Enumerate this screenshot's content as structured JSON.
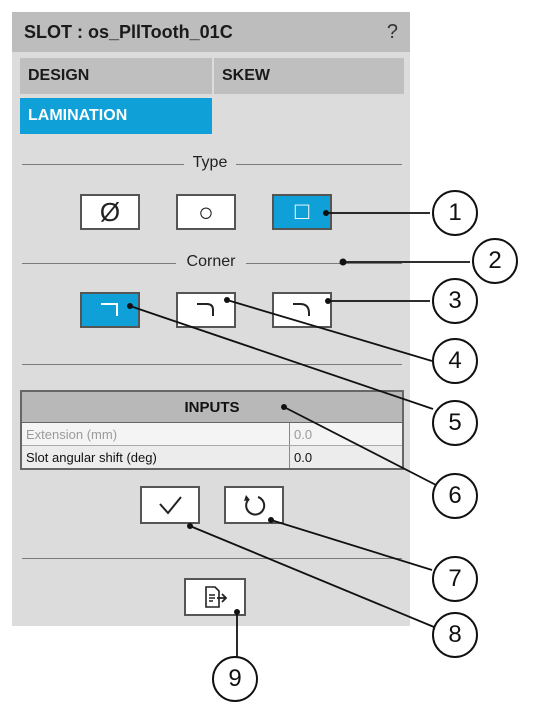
{
  "window": {
    "title": "SLOT : os_PllTooth_01C",
    "help": "?"
  },
  "tabs": [
    {
      "label": "DESIGN",
      "active": false
    },
    {
      "label": "SKEW",
      "active": false
    },
    {
      "label": "LAMINATION",
      "active": true
    }
  ],
  "type_section": {
    "label": "Type",
    "buttons": [
      {
        "icon": "empty-set-icon",
        "glyph": "Ø",
        "selected": false
      },
      {
        "icon": "circle-icon",
        "glyph": "○",
        "selected": false
      },
      {
        "icon": "square-icon",
        "glyph": "□",
        "selected": true
      }
    ]
  },
  "corner_section": {
    "label": "Corner",
    "buttons": [
      {
        "icon": "corner-sharp-icon",
        "selected": true
      },
      {
        "icon": "corner-round-icon",
        "selected": false
      },
      {
        "icon": "corner-large-round-icon",
        "selected": false
      }
    ]
  },
  "inputs": {
    "header": "INPUTS",
    "rows": [
      {
        "label": "Extension (mm)",
        "value": "0.0",
        "enabled": false
      },
      {
        "label": "Slot angular shift (deg)",
        "value": "0.0",
        "enabled": true
      }
    ]
  },
  "actions": {
    "apply_icon": "check-icon",
    "reset_icon": "reset-icon",
    "export_icon": "export-icon"
  },
  "callouts": [
    "1",
    "2",
    "3",
    "4",
    "5",
    "6",
    "7",
    "8",
    "9"
  ],
  "colors": {
    "accent": "#0fa0d8",
    "panel": "#dcdcdc",
    "titlebar": "#bdbdbd"
  }
}
